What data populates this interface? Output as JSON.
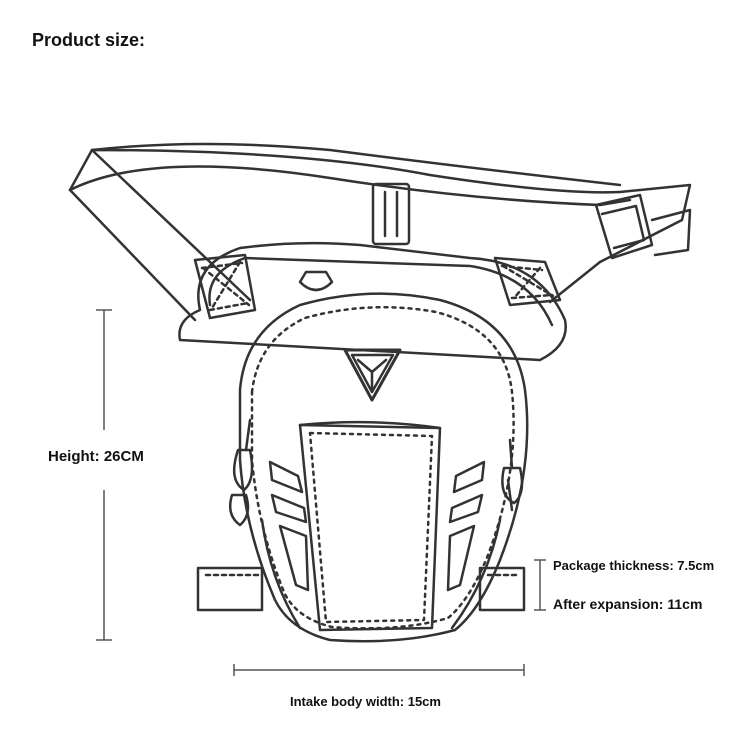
{
  "title": "Product size:",
  "dimensions": {
    "height": "Height: 26CM",
    "thickness": "Package thickness: 7.5cm",
    "expansion": "After expansion: 11cm",
    "width": "Intake body width: 15cm"
  },
  "colors": {
    "line": "#333333",
    "background": "#ffffff",
    "text": "#111111"
  }
}
